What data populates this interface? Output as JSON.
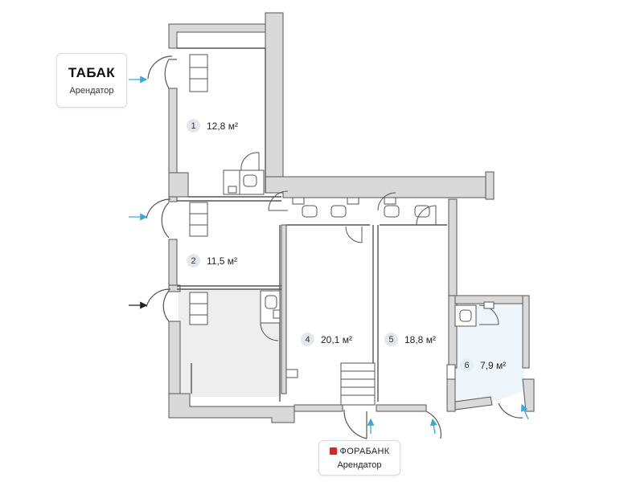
{
  "tenants": {
    "tabak": {
      "title": "ТАБАК",
      "subtitle": "Арендатор"
    },
    "forabank": {
      "title": "ФОРАБАНК",
      "subtitle": "Арендатор",
      "brand_color": "#d8252b"
    }
  },
  "rooms": [
    {
      "number": "1",
      "area": "12,8 м²"
    },
    {
      "number": "2",
      "area": "11,5 м²"
    },
    {
      "number": "4",
      "area": "20,1 м²"
    },
    {
      "number": "5",
      "area": "18,8 м²"
    },
    {
      "number": "6",
      "area": "7,9 м²"
    }
  ],
  "colors": {
    "wall": "#d9d9d9",
    "wall_outline": "#555555",
    "occupied_room": "#eeeeee",
    "room_6_fill": "#eef6fb",
    "entrance_arrow": "#3aa7d9",
    "entrance_arrow_dark": "#222222"
  },
  "icons": [
    "entrance-arrow-icon",
    "toilet-icon",
    "sink-icon",
    "door-swing-icon",
    "stairs-icon",
    "forabank-logo-icon"
  ]
}
